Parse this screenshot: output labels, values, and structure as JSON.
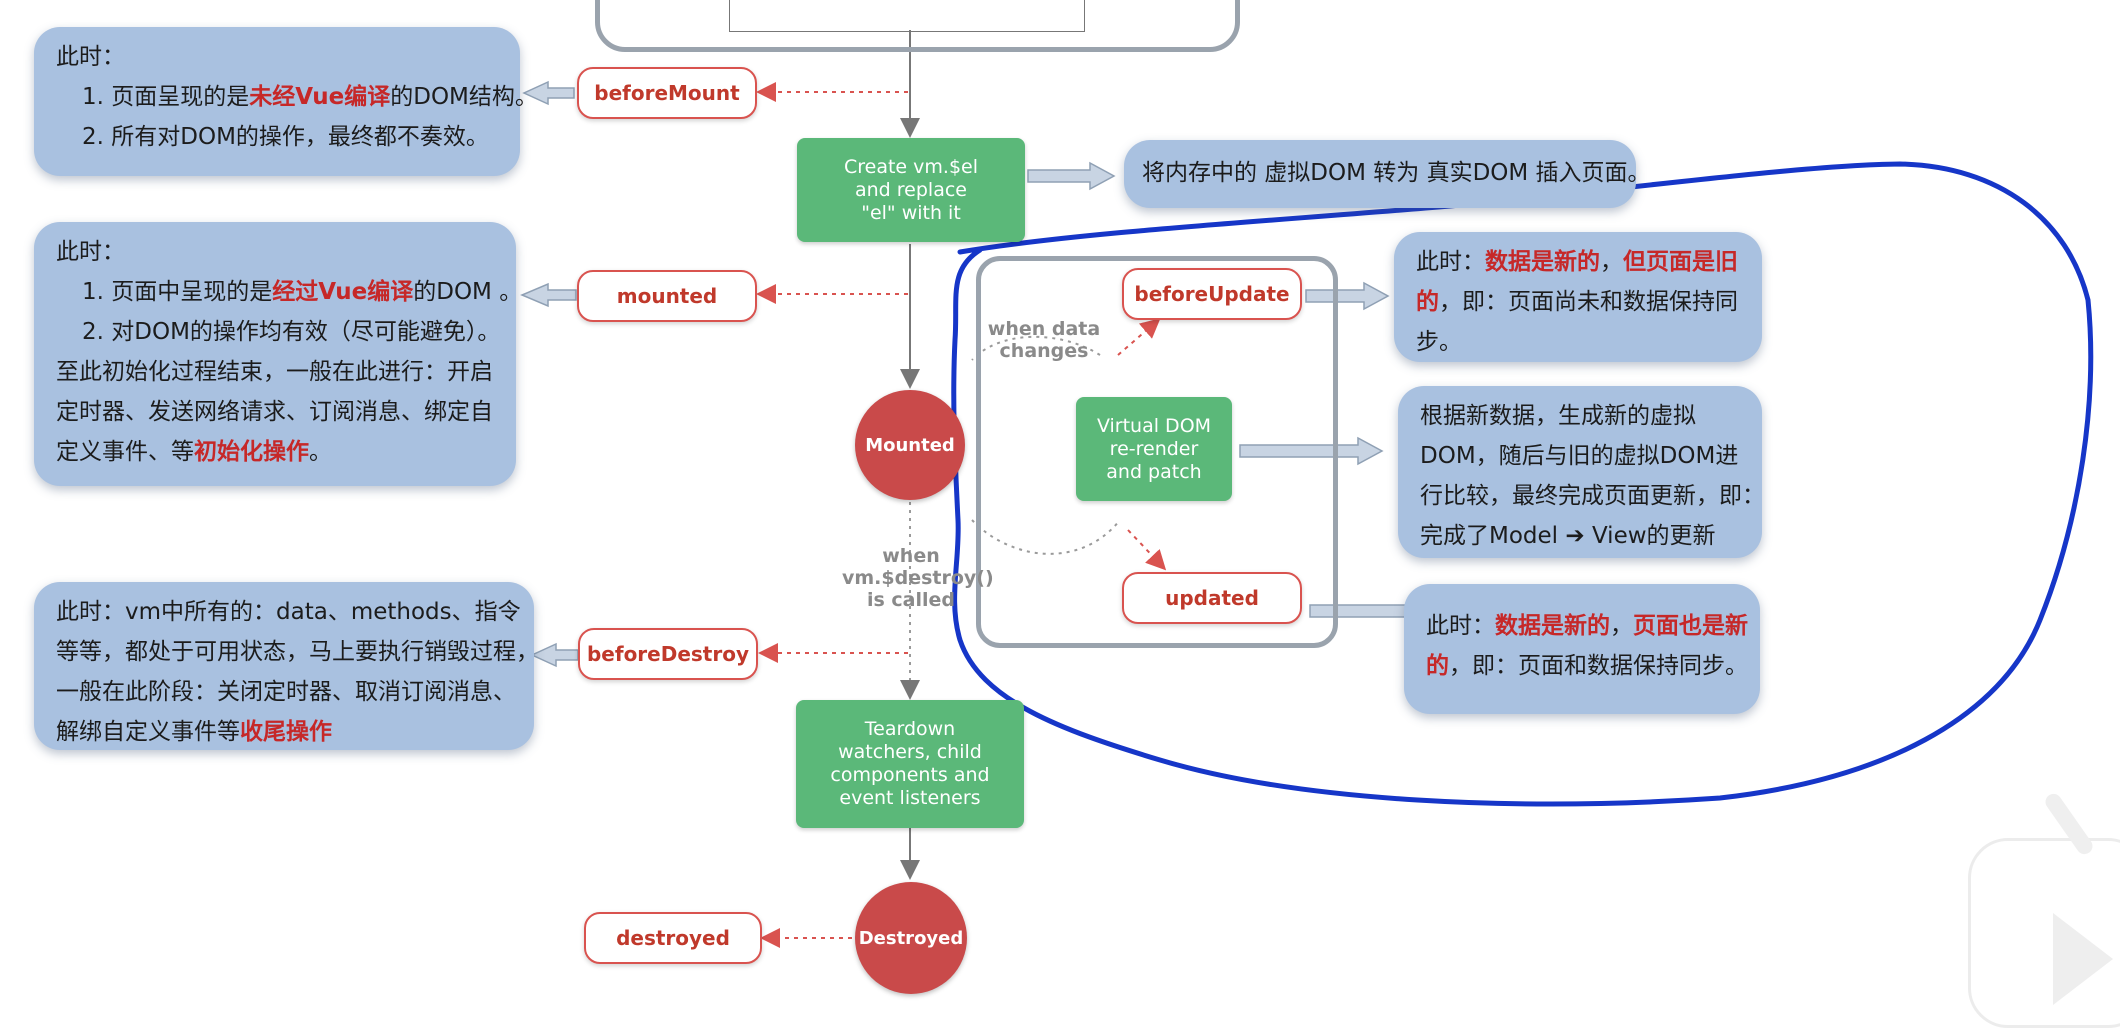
{
  "hooks": {
    "before_mount": "beforeMount",
    "mounted": "mounted",
    "before_update": "beforeUpdate",
    "updated": "updated",
    "before_destroy": "beforeDestroy",
    "destroyed": "destroyed"
  },
  "process_boxes": {
    "create_el": [
      "Create vm.$el",
      "and replace",
      "\"el\" with it"
    ],
    "virtual_dom": [
      "Virtual DOM",
      "re-render",
      "and patch"
    ],
    "teardown": [
      "Teardown",
      "watchers, child",
      "components and",
      "event listeners"
    ]
  },
  "states": {
    "mounted": "Mounted",
    "destroyed": "Destroyed"
  },
  "transitions": {
    "when_data_changes": [
      "when data",
      "changes"
    ],
    "when_destroy_called": [
      "when",
      "vm.$destroy()",
      "is called"
    ]
  },
  "notes": {
    "before_mount": {
      "heading": "此时：",
      "line1_prefix": "1. 页面呈现的是",
      "line1_highlight": "未经Vue编译",
      "line1_suffix": "的DOM结构。",
      "line2": "2. 所有对DOM的操作，最终都不奏效。"
    },
    "mounted": {
      "heading": "此时：",
      "line1_prefix": "1. 页面中呈现的是",
      "line1_highlight": "经过Vue编译",
      "line1_suffix": "的DOM 。",
      "line2": "2. 对DOM的操作均有效（尽可能避免）。",
      "line3": "至此初始化过程结束，一般在此进行：开启",
      "line4": "定时器、发送网络请求、订阅消息、绑定自",
      "line5_prefix": "定义事件、等",
      "line5_highlight": "初始化操作",
      "line5_suffix": "。"
    },
    "create_el": {
      "text": "将内存中的 虚拟DOM 转为 真实DOM 插入页面。"
    },
    "before_update": {
      "prefix": "此时：",
      "highlight1": "数据是新的",
      "sep": "，",
      "highlight2a": "但页面是旧",
      "highlight2b": "的",
      "line2_rest": "，即：页面尚未和数据保持同",
      "line3": "步。"
    },
    "virtual_dom": {
      "line1": "根据新数据，生成新的虚拟",
      "line2": "DOM，随后与旧的虚拟DOM进",
      "line3": "行比较，最终完成页面更新，即：",
      "line4": "完成了Model ➔ View的更新"
    },
    "updated": {
      "prefix": "此时：",
      "highlight1": "数据是新的",
      "sep": "，",
      "highlight2a": "页面也是新",
      "highlight2b": "的",
      "line2_rest": "，即：页面和数据保持同步。"
    },
    "before_destroy": {
      "line1": "此时：vm中所有的：data、methods、指令",
      "line2": "等等，都处于可用状态，马上要执行销毁过程，",
      "line3": "一般在此阶段：关闭定时器、取消订阅消息、",
      "line4_prefix": "解绑自定义事件等",
      "line4_highlight": "收尾操作"
    }
  },
  "colors": {
    "note_bg": "#a9c1e0",
    "hook_border": "#d9534f",
    "process_green": "#5bb879",
    "state_red": "#c94a4a",
    "highlight_red": "#c62828",
    "annotation_blue": "#1636c8"
  }
}
